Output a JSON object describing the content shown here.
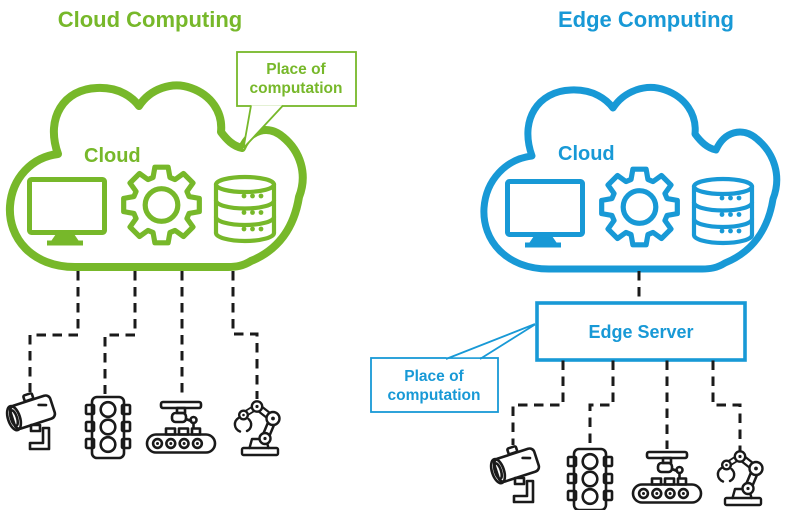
{
  "colors": {
    "cloud_green": "#77B82A",
    "edge_blue": "#1899D6",
    "device_line": "#1A1A1A",
    "background": "#FFFFFF"
  },
  "left_panel": {
    "title": "Cloud Computing",
    "cloud_label": "Cloud",
    "callout": {
      "line1": "Place of",
      "line2": "computation"
    },
    "cloud_icons": [
      "monitor-icon",
      "gear-icon",
      "database-icon"
    ],
    "device_icons": [
      "security-camera-icon",
      "traffic-light-icon",
      "conveyor-belt-icon",
      "robot-arm-icon"
    ]
  },
  "right_panel": {
    "title": "Edge Computing",
    "cloud_label": "Cloud",
    "edge_server_label": "Edge Server",
    "callout": {
      "line1": "Place of",
      "line2": "computation"
    },
    "cloud_icons": [
      "monitor-icon",
      "gear-icon",
      "database-icon"
    ],
    "device_icons": [
      "security-camera-icon",
      "traffic-light-icon",
      "conveyor-belt-icon",
      "robot-arm-icon"
    ]
  }
}
